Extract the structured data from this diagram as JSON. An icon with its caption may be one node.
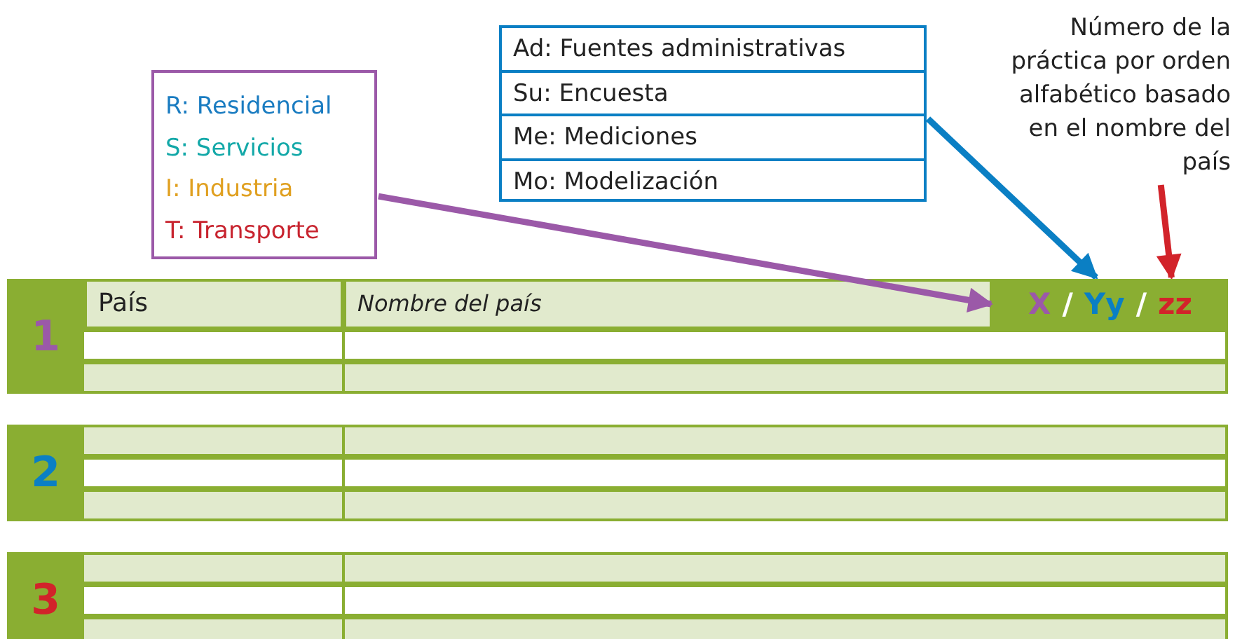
{
  "diagram": {
    "nodes": [
      {
        "text": [
          "R: Residencial",
          "S: Servicios",
          "I:  Industria",
          "T: Transporte"
        ]
      },
      {
        "text": [
          "Ad: Fuentes administrativas",
          "Su:  Encuesta",
          "Me: Mediciones",
          "Mo: Modelización"
        ]
      },
      {
        "text": [
          "Número de la práctica por orden alfabético basado en el nombre del país"
        ]
      },
      {
        "text": [
          "X",
          "/",
          "Yy",
          "/",
          "zz"
        ]
      }
    ],
    "edges": [
      {
        "from": 0,
        "to": 3,
        "arrow": "to",
        "color": "#9b59a8"
      },
      {
        "from": 1,
        "to": 3,
        "arrow": "to",
        "color": "#0a7fc4"
      },
      {
        "from": 2,
        "to": 3,
        "arrow": "to",
        "color": "#d2232a"
      }
    ],
    "labels": [
      "1",
      "País",
      "Nombre del país",
      "2",
      "3"
    ]
  }
}
